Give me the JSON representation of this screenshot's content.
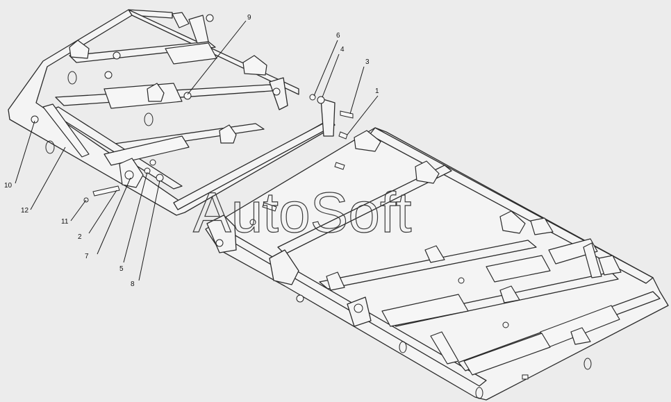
{
  "watermark": "AutoSoft",
  "callouts": [
    {
      "id": "c1",
      "label": "1"
    },
    {
      "id": "c2",
      "label": "2"
    },
    {
      "id": "c3",
      "label": "3"
    },
    {
      "id": "c4",
      "label": "4"
    },
    {
      "id": "c5",
      "label": "5"
    },
    {
      "id": "c6",
      "label": "6"
    },
    {
      "id": "c7",
      "label": "7"
    },
    {
      "id": "c8",
      "label": "8"
    },
    {
      "id": "c9",
      "label": "9"
    },
    {
      "id": "c10",
      "label": "10"
    },
    {
      "id": "c11",
      "label": "11"
    },
    {
      "id": "c12",
      "label": "12"
    }
  ]
}
